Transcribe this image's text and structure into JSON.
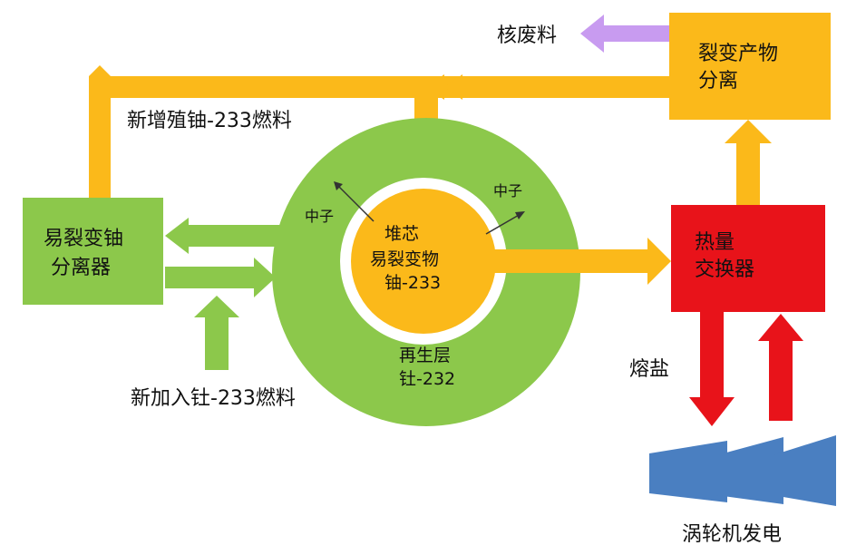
{
  "colors": {
    "yellow": "#FBB91A",
    "green": "#8CC84B",
    "red": "#E8131A",
    "purple": "#C89BF0",
    "blue": "#4A7FC1"
  },
  "labels": {
    "nuclear_waste": "核废料",
    "fission_product_sep_1": "裂变产物",
    "fission_product_sep_2": "分离",
    "bred_fuel": "新增殖铀-233燃料",
    "fissile_sep_1": "易裂变铀",
    "fissile_sep_2": "分离器",
    "neutron_left": "中子",
    "neutron_right": "中子",
    "core_1": "堆芯",
    "core_2": "易裂变物",
    "core_3": "铀-233",
    "blanket_1": "再生层",
    "blanket_2": "钍-232",
    "new_fuel": "新加入钍-233燃料",
    "heat_ex_1": "热量",
    "heat_ex_2": "交换器",
    "molten_salt": "熔盐",
    "turbine": "涡轮机发电"
  }
}
